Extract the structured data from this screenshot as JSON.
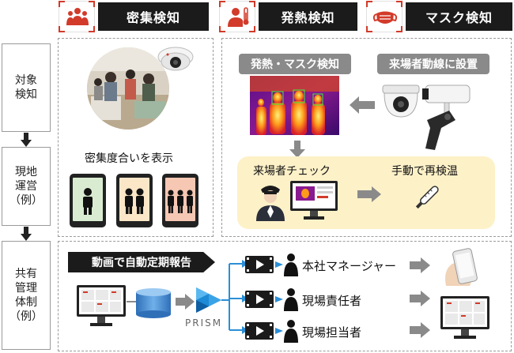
{
  "header": {
    "tabs": [
      {
        "label": "密集検知",
        "icon": "crowd-icon"
      },
      {
        "label": "発熱検知",
        "icon": "thermometer-person-icon"
      },
      {
        "label": "マスク検知",
        "icon": "mask-icon"
      }
    ]
  },
  "sidebar": {
    "steps": [
      {
        "label": "対象\n検知"
      },
      {
        "label": "現地\n運営\n（例）"
      },
      {
        "label": "共有\n管理\n体制\n（例）"
      }
    ]
  },
  "crowd_panel": {
    "caption": "密集度合いを表示",
    "tablets": [
      {
        "color": "#d9ecd1",
        "people": 1
      },
      {
        "color": "#fbe7c7",
        "people": 2
      },
      {
        "color": "#f6c7b3",
        "people": 3
      }
    ]
  },
  "fever_panel": {
    "detect_label": "発熱・マスク検知",
    "install_label": "来場者動線に設置",
    "check_label": "来場者チェック",
    "recheck_label": "手動で再検温"
  },
  "share_panel": {
    "report_label": "動画で自動定期報告",
    "brand": "PRISM",
    "recipients": [
      {
        "label": "本社マネージャー"
      },
      {
        "label": "現場責任者"
      },
      {
        "label": "現場担当者"
      }
    ]
  },
  "colors": {
    "accent": "#d23a2a",
    "dark": "#1b1b1b",
    "grey": "#8a8a8a",
    "blue_line": "#2a8fd6",
    "yellow": "#fdf1c8"
  }
}
